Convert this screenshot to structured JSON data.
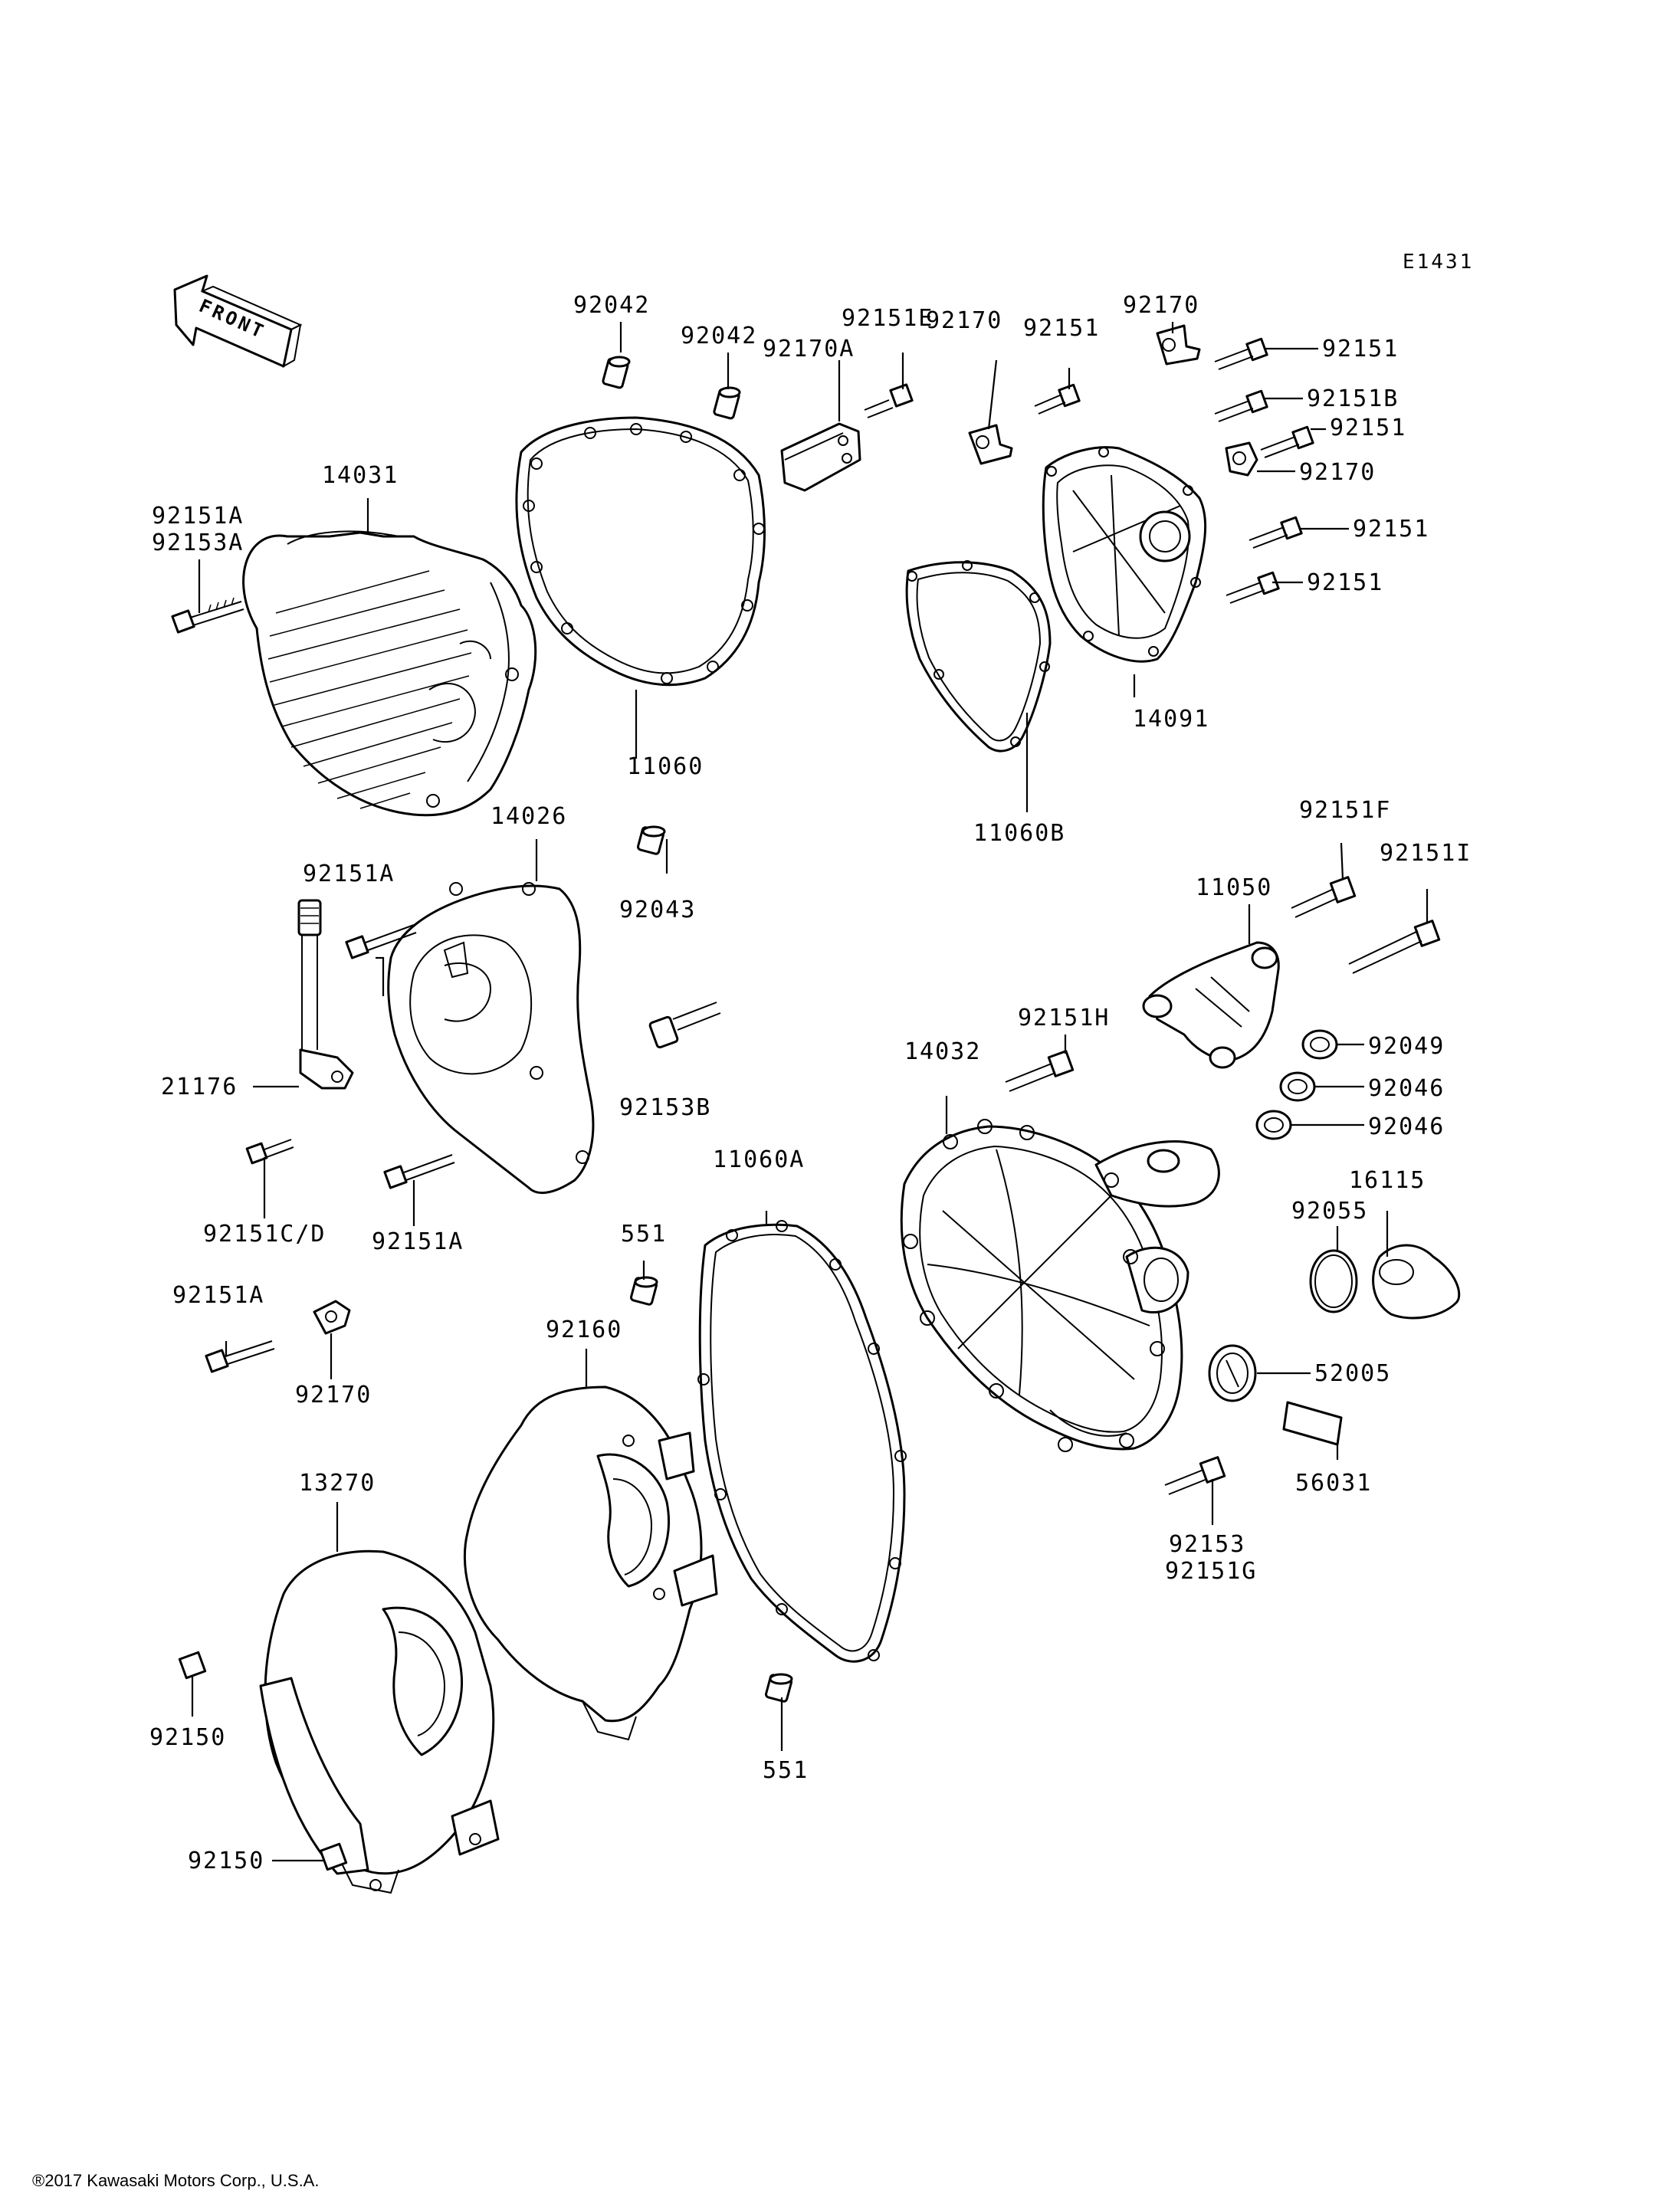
{
  "diagram_ref": "E1431",
  "direction_arrow": "FRONT",
  "copyright": "®2017 Kawasaki Motors Corp., U.S.A.",
  "part_labels": [
    {
      "id": "l1",
      "text": "92042"
    },
    {
      "id": "l2",
      "text": "92042"
    },
    {
      "id": "l3",
      "text": "92151E"
    },
    {
      "id": "l4",
      "text": "92170A"
    },
    {
      "id": "l5",
      "text": "92170"
    },
    {
      "id": "l6",
      "text": "92151"
    },
    {
      "id": "l7",
      "text": "92170"
    },
    {
      "id": "l8",
      "text": "92151"
    },
    {
      "id": "l9",
      "text": "92151B"
    },
    {
      "id": "l10",
      "text": "92151"
    },
    {
      "id": "l11",
      "text": "92170"
    },
    {
      "id": "l12",
      "text": "92151"
    },
    {
      "id": "l13",
      "text": "92151"
    },
    {
      "id": "l14",
      "text": "14031"
    },
    {
      "id": "l15",
      "text": "92151A"
    },
    {
      "id": "l16",
      "text": "92153A"
    },
    {
      "id": "l17",
      "text": "11060"
    },
    {
      "id": "l18",
      "text": "14091"
    },
    {
      "id": "l19",
      "text": "11060B"
    },
    {
      "id": "l20",
      "text": "14026"
    },
    {
      "id": "l21",
      "text": "92151A"
    },
    {
      "id": "l22",
      "text": "92043"
    },
    {
      "id": "l23",
      "text": "92151F"
    },
    {
      "id": "l24",
      "text": "92151I"
    },
    {
      "id": "l25",
      "text": "11050"
    },
    {
      "id": "l26",
      "text": "21176"
    },
    {
      "id": "l27",
      "text": "92153B"
    },
    {
      "id": "l28",
      "text": "92151H"
    },
    {
      "id": "l29",
      "text": "14032"
    },
    {
      "id": "l30",
      "text": "92049"
    },
    {
      "id": "l31",
      "text": "92046"
    },
    {
      "id": "l32",
      "text": "92046"
    },
    {
      "id": "l33",
      "text": "16115"
    },
    {
      "id": "l34",
      "text": "92151C/D"
    },
    {
      "id": "l35",
      "text": "92151A"
    },
    {
      "id": "l36",
      "text": "11060A"
    },
    {
      "id": "l37",
      "text": "551"
    },
    {
      "id": "l38",
      "text": "92055"
    },
    {
      "id": "l39",
      "text": "92151A"
    },
    {
      "id": "l40",
      "text": "92160"
    },
    {
      "id": "l41",
      "text": "52005"
    },
    {
      "id": "l42",
      "text": "92170"
    },
    {
      "id": "l43",
      "text": "13270"
    },
    {
      "id": "l44",
      "text": "56031"
    },
    {
      "id": "l45",
      "text": "92153"
    },
    {
      "id": "l46",
      "text": "92151G"
    },
    {
      "id": "l47",
      "text": "92150"
    },
    {
      "id": "l48",
      "text": "551"
    },
    {
      "id": "l49",
      "text": "92150"
    }
  ]
}
